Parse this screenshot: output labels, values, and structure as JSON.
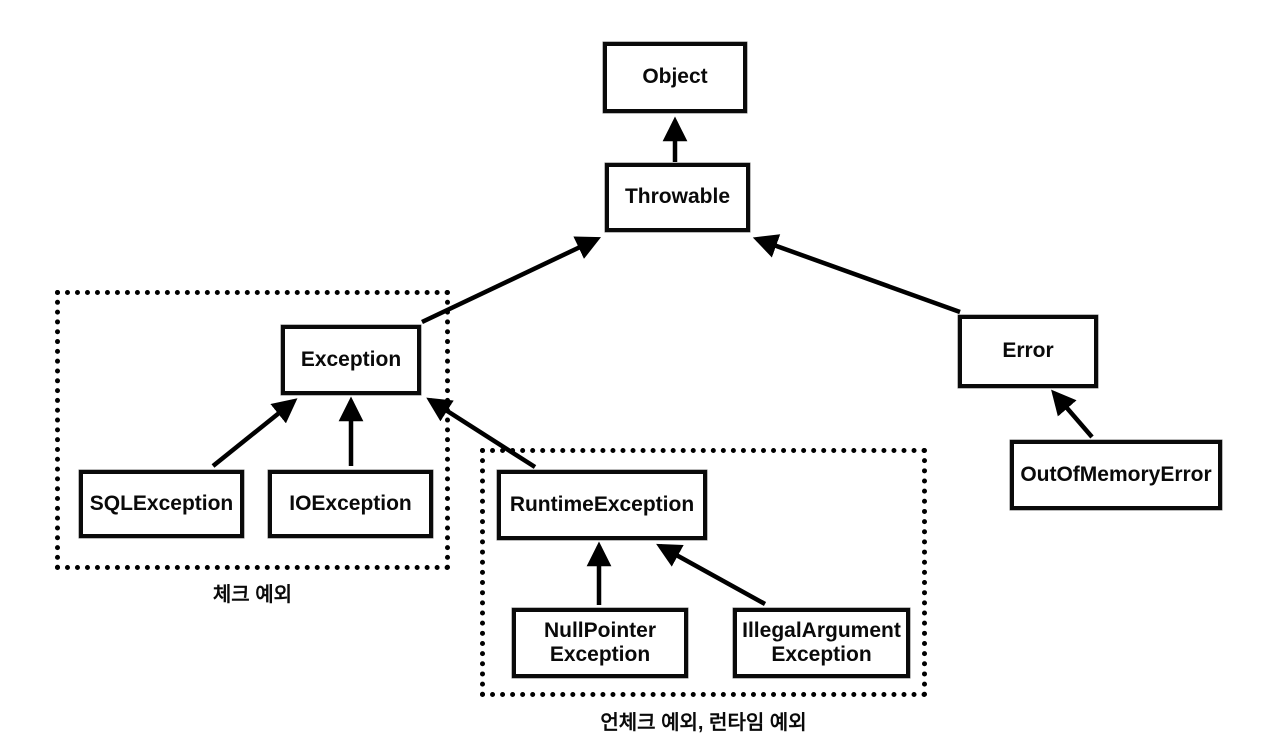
{
  "diagram": {
    "background_color": "#ffffff",
    "stroke_color": "#000000",
    "nodes": [
      {
        "id": "object",
        "label": "Object"
      },
      {
        "id": "throwable",
        "label": "Throwable"
      },
      {
        "id": "exception",
        "label": "Exception"
      },
      {
        "id": "error",
        "label": "Error"
      },
      {
        "id": "sql_exception",
        "label": "SQLException"
      },
      {
        "id": "io_exception",
        "label": "IOException"
      },
      {
        "id": "runtime_exception",
        "label": "RuntimeException"
      },
      {
        "id": "null_pointer_exception",
        "label": "NullPointer\nException"
      },
      {
        "id": "illegal_argument_exception",
        "label": "IllegalArgument\nException"
      },
      {
        "id": "out_of_memory_error",
        "label": "OutOfMemoryError"
      }
    ],
    "edges": [
      {
        "from": "throwable",
        "to": "object"
      },
      {
        "from": "exception",
        "to": "throwable"
      },
      {
        "from": "error",
        "to": "throwable"
      },
      {
        "from": "sql_exception",
        "to": "exception"
      },
      {
        "from": "io_exception",
        "to": "exception"
      },
      {
        "from": "runtime_exception",
        "to": "exception"
      },
      {
        "from": "null_pointer_exception",
        "to": "runtime_exception"
      },
      {
        "from": "illegal_argument_exception",
        "to": "runtime_exception"
      },
      {
        "from": "out_of_memory_error",
        "to": "error"
      }
    ],
    "groups": [
      {
        "id": "checked",
        "label": "체크 예외"
      },
      {
        "id": "unchecked",
        "label": "언체크 예외, 런타임 예외"
      }
    ]
  }
}
